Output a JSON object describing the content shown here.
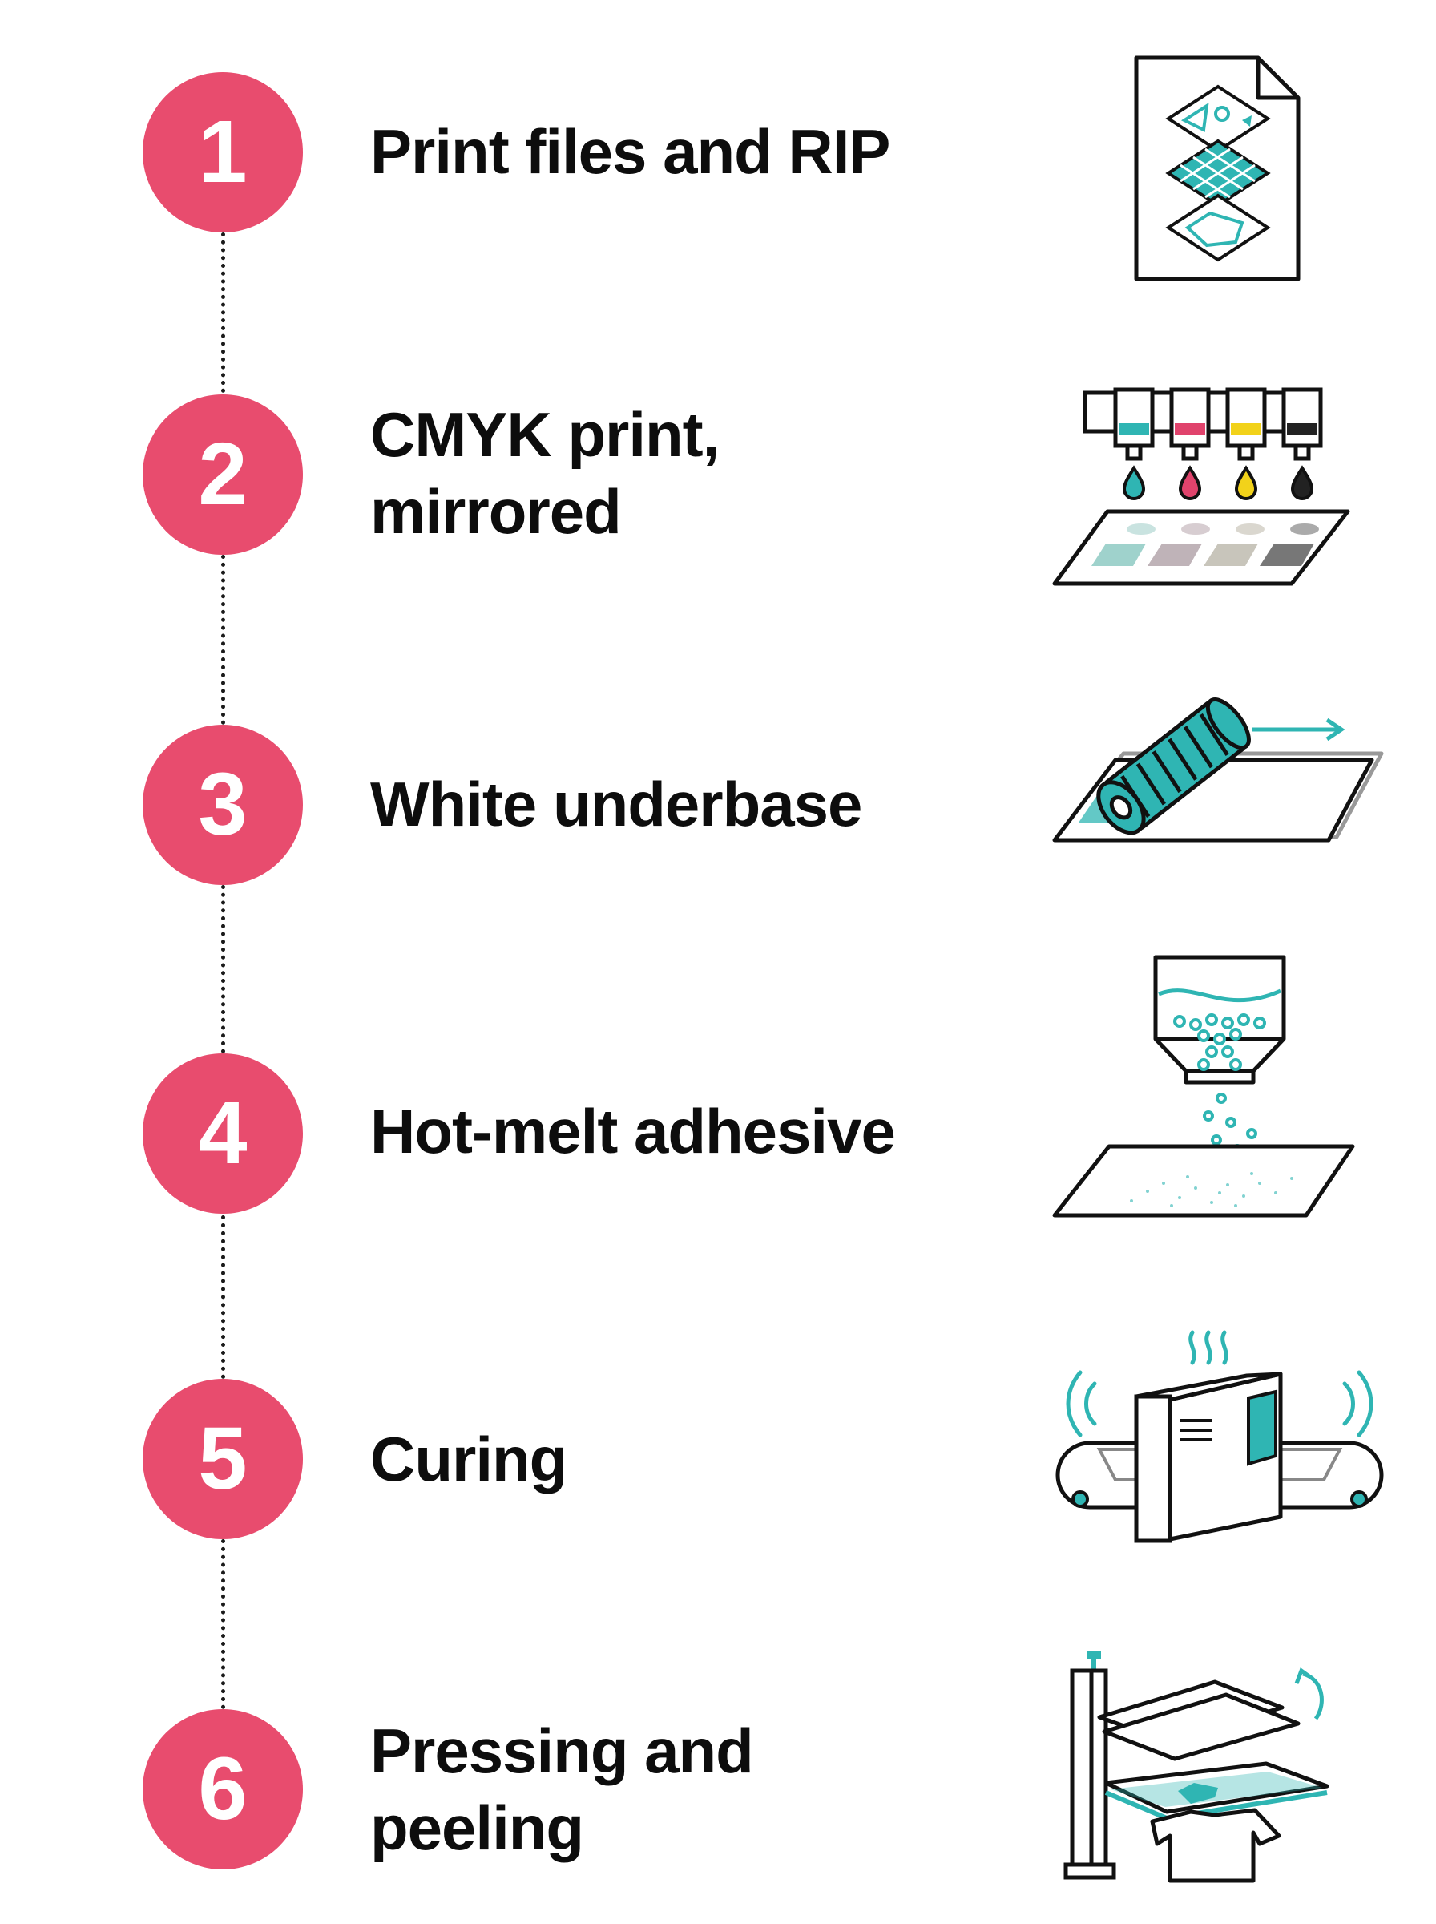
{
  "colors": {
    "accent": "#e84c6e",
    "teal": "#2fb5b3",
    "ink": "#111111",
    "magenta": "#e0436c",
    "yellow": "#f2d21a"
  },
  "steps": [
    {
      "number": "1",
      "title_lines": [
        "Print files and RIP"
      ],
      "icon": "layered-file-icon"
    },
    {
      "number": "2",
      "title_lines": [
        "CMYK print,",
        "mirrored"
      ],
      "icon": "cmyk-print-heads-icon"
    },
    {
      "number": "3",
      "title_lines": [
        "White underbase"
      ],
      "icon": "white-roller-icon"
    },
    {
      "number": "4",
      "title_lines": [
        "Hot-melt adhesive"
      ],
      "icon": "powder-hopper-icon"
    },
    {
      "number": "5",
      "title_lines": [
        "Curing"
      ],
      "icon": "curing-oven-icon"
    },
    {
      "number": "6",
      "title_lines": [
        "Pressing and",
        "peeling"
      ],
      "icon": "heat-press-icon"
    }
  ]
}
